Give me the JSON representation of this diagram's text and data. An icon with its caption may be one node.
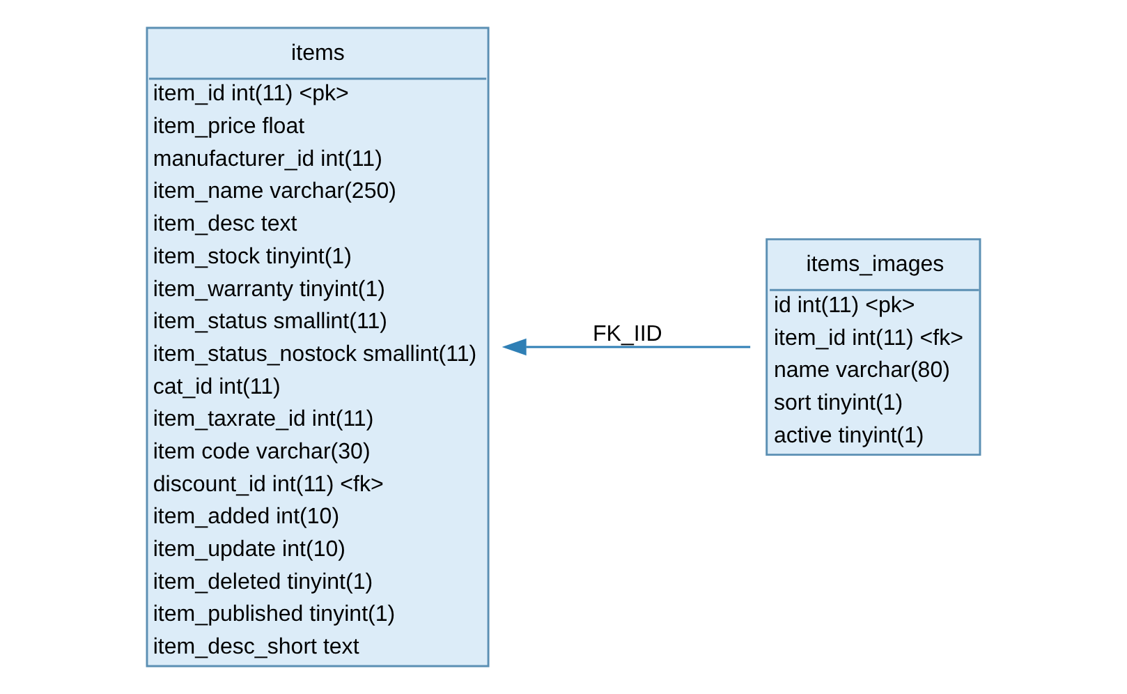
{
  "diagram": {
    "nodes": [
      {
        "text": [
          "items",
          "item_id int(11) <pk>",
          "item_price float",
          "manufacturer_id int(11)",
          "item_name varchar(250)",
          "item_desc text",
          "item_stock tinyint(1)",
          "item_warranty tinyint(1)",
          "item_status smallint(11)",
          "item_status_nostock smallint(11)",
          "cat_id int(11)",
          "item_taxrate_id int(11)",
          "item code varchar(30)",
          "discount_id int(11) <fk>",
          "item_added int(10)",
          "item_update int(10)",
          "item_deleted tinyint(1)",
          "item_published tinyint(1)",
          "item_desc_short text"
        ]
      },
      {
        "text": [
          "items_images",
          "id int(11) <pk>",
          "item_id int(11) <fk>",
          "name varchar(80)",
          "sort tinyint(1)",
          "active tinyint(1)"
        ]
      }
    ],
    "edges": [
      {
        "from": 1,
        "to": 0,
        "arrow": "to",
        "label": "FK_IID"
      }
    ]
  }
}
